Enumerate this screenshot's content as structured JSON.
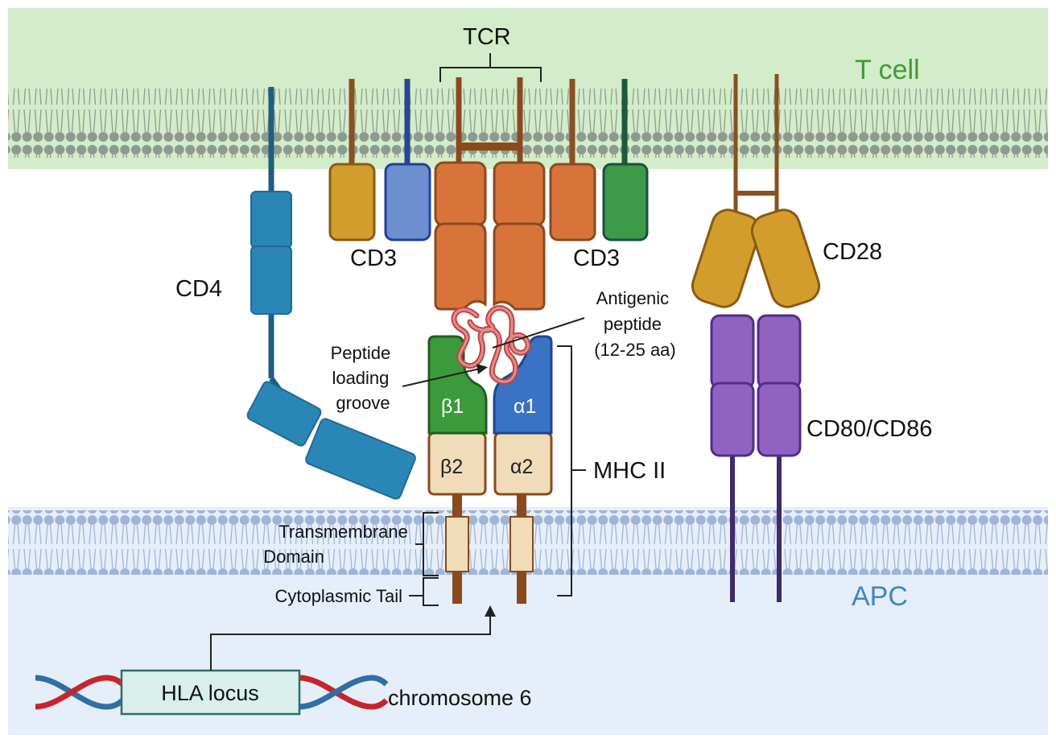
{
  "labels": {
    "tcr": "TCR",
    "t_cell": "T cell",
    "apc": "APC",
    "cd4": "CD4",
    "cd3_left": "CD3",
    "cd3_right": "CD3",
    "cd28": "CD28",
    "cd80_cd86": "CD80/CD86",
    "mhc_ii": "MHC II",
    "beta1": "β1",
    "alpha1": "α1",
    "beta2": "β2",
    "alpha2": "α2",
    "antigenic_peptide": [
      "Antigenic",
      "peptide",
      "(12-25 aa)"
    ],
    "peptide_groove": [
      "Peptide",
      "loading",
      "groove"
    ],
    "transmembrane": [
      "Transmembrane",
      "Domain"
    ],
    "cytoplasmic_tail": "Cytoplasmic Tail",
    "hla_locus": "HLA locus",
    "chromosome": "chromosome 6"
  },
  "colors": {
    "t_cell_bg": "#d3ecca",
    "apc_bg": "#e6eef9",
    "t_cell_label": "#3f9a36",
    "apc_label": "#3f86c9",
    "tcr_orange": "#d8743a",
    "cd3_gold": "#d39d2d",
    "cd3_blue": "#6c8fd0",
    "cd3_green": "#3c9a48",
    "cd4_blue": "#2b86b8",
    "mhc_green": "#3c9a3c",
    "mhc_blue": "#3a72c4",
    "mhc_tan": "#f0dcb8",
    "cd80_purple": "#9062c2",
    "peptide_red": "#d96a6a"
  }
}
